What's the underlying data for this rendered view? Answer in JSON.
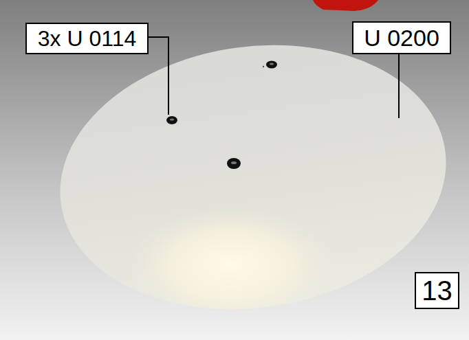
{
  "diagram": {
    "labels": [
      "3x U 0114",
      "U 0200",
      "13"
    ]
  }
}
